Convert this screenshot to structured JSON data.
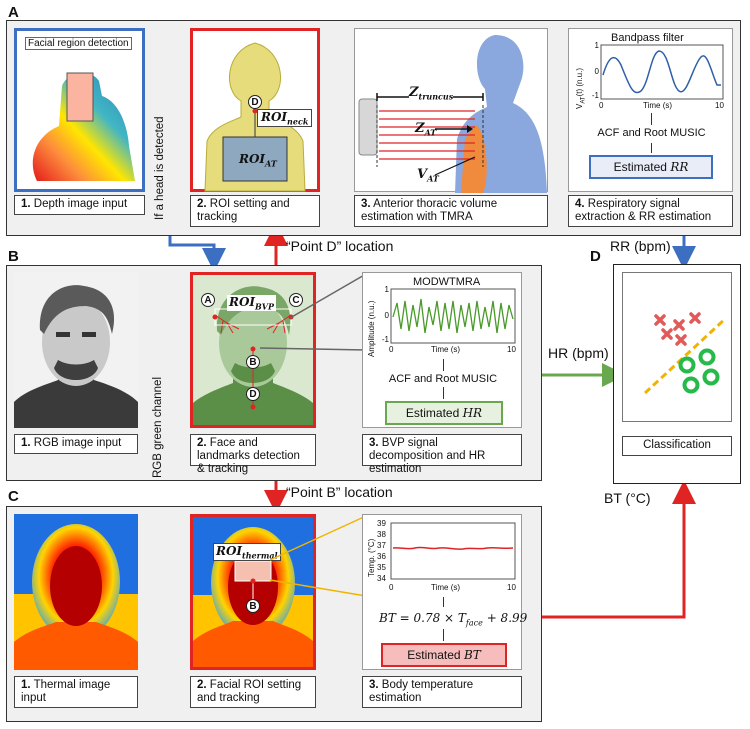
{
  "panels": {
    "a": "A",
    "b": "B",
    "c": "C",
    "d": "D"
  },
  "panel_a": {
    "depth_title": "Facial region detection",
    "step1": {
      "num": "1.",
      "text": "Depth image input"
    },
    "step2": {
      "num": "2.",
      "text": "ROI setting and tracking"
    },
    "step3": {
      "num": "3.",
      "text": "Anterior thoracic volume estimation with TMRA"
    },
    "step4": {
      "num": "4.",
      "text": "Respiratory signal extraction & RR estimation"
    },
    "roi_neck": "ROI",
    "roi_neck_sub": "neck",
    "roi_at": "ROI",
    "roi_at_sub": "AT",
    "point_d": "D",
    "z_truncus": "Z",
    "z_truncus_sub": "truncus",
    "z_at": "Z",
    "z_at_sub": "AT",
    "v_at": "V",
    "v_at_sub": "AT",
    "head_detected": "If a head is detected",
    "plot": {
      "title": "Bandpass filter",
      "ylabel": "V",
      "ylabel_sub": "AT",
      "ylabel_rest": "(t) (n.u.)",
      "ticks_y": [
        "1",
        "0",
        "-1"
      ],
      "ticks_x": [
        "0",
        "10"
      ],
      "xlabel": "Time (s)"
    },
    "method": "ACF  and  Root MUSIC",
    "estimated": "Estimated ",
    "estimated_var": "RR"
  },
  "between_ab": {
    "point_d_location": "“Point D” location",
    "rr": "RR (bpm)"
  },
  "panel_b": {
    "step1": {
      "num": "1.",
      "text": "RGB image input"
    },
    "step2": {
      "num": "2.",
      "text": "Face and landmarks detection & tracking"
    },
    "step3": {
      "num": "3.",
      "text": "BVP signal decomposition and HR estimation"
    },
    "roi_bvp": "ROI",
    "roi_bvp_sub": "BVP",
    "markers": [
      "A",
      "C",
      "B",
      "D"
    ],
    "green_channel": "RGB green channel",
    "plot": {
      "title": "MODWTMRA",
      "ylabel": "Amplitude (n.u.)",
      "ticks_y": [
        "1",
        "0",
        "-1"
      ],
      "ticks_x": [
        "0",
        "10"
      ],
      "xlabel": "Time (s)"
    },
    "method": "ACF and Root MUSIC",
    "estimated": "Estimated ",
    "estimated_var": "HR",
    "hr": "HR (bpm)"
  },
  "panel_d": {
    "classification": "Classification",
    "bt": "BT (°C)"
  },
  "between_bc": {
    "point_b_location": "“Point B” location"
  },
  "panel_c": {
    "step1": {
      "num": "1.",
      "text": "Thermal image input"
    },
    "step2": {
      "num": "2.",
      "text": "Facial ROI setting and tracking"
    },
    "step3": {
      "num": "3.",
      "text": "Body temperature estimation"
    },
    "roi_thermal": "ROI",
    "roi_thermal_sub": "thermal",
    "point_b": "B",
    "plot": {
      "ylabel": "Temp. (°C)",
      "ticks_y": [
        "39",
        "38",
        "37",
        "36",
        "35",
        "34"
      ],
      "ticks_x": [
        "0",
        "10"
      ],
      "xlabel": "Time (s)"
    },
    "formula": "BT = 0.78 × T",
    "formula_sub": "face",
    "formula_tail": " + 8.99",
    "estimated": "Estimated ",
    "estimated_var": "BT"
  },
  "colors": {
    "blue": "#3c6fc2",
    "red": "#e02424",
    "green": "#6aa84f",
    "orange": "#f0b400"
  }
}
